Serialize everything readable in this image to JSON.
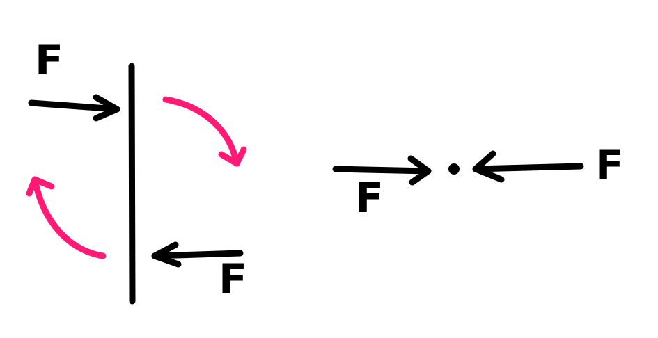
{
  "labels": {
    "force_top_left": "F",
    "force_bottom_right_of_bar": "F",
    "force_left_of_dot": "F",
    "force_right_of_dot": "F"
  },
  "colors": {
    "ink": "#000000",
    "rotation_arrow": "#ff1a75",
    "background": "#ffffff"
  }
}
